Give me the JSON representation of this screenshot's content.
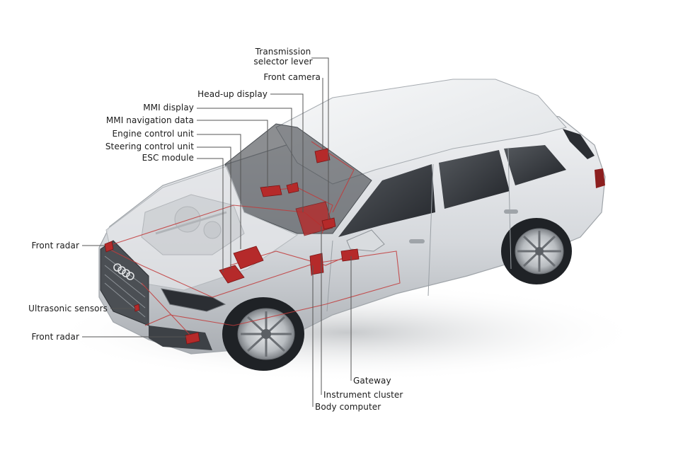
{
  "labels": {
    "transmission_selector_lever": "Transmission\nselector lever",
    "front_camera": "Front camera",
    "head_up_display": "Head-up display",
    "mmi_display": "MMI display",
    "mmi_navigation_data": "MMI navigation data",
    "engine_control_unit": "Engine control unit",
    "steering_control_unit": "Steering control unit",
    "esc_module": "ESC module",
    "front_radar_top": "Front radar",
    "ultrasonic_sensors": "Ultrasonic sensors",
    "front_radar_bottom": "Front radar",
    "gateway": "Gateway",
    "instrument_cluster": "Instrument cluster",
    "body_computer": "Body computer"
  },
  "colors": {
    "component_red": "#b52a2a",
    "wiring_red": "#c23a3a",
    "leader_line": "#555555",
    "car_body": "#cfd2d6",
    "car_shadow": "#9ea3a8",
    "glass": "#3a3d42"
  }
}
